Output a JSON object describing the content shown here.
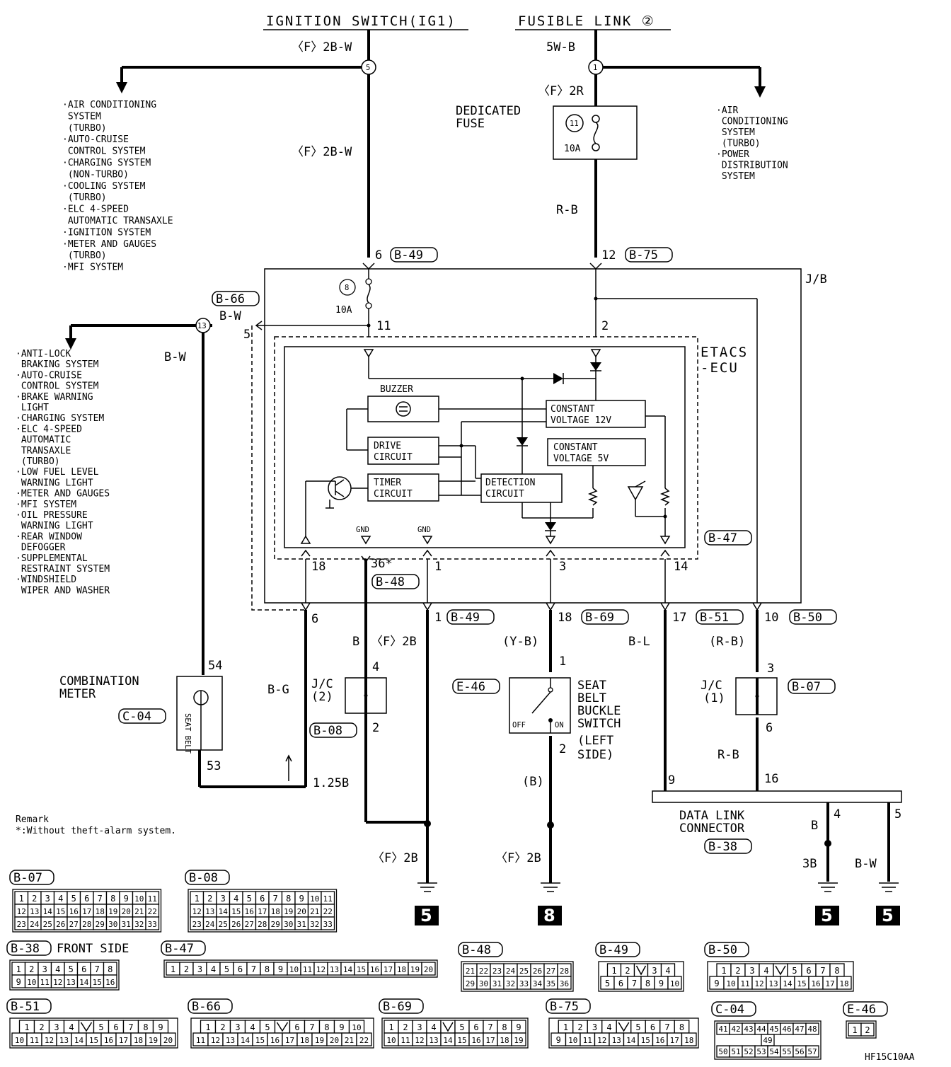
{
  "sources": {
    "ignition": "IGNITION SWITCH(IG1)",
    "fusible": "FUSIBLE LINK ②"
  },
  "wires": {
    "ig_wire_top": "〈F〉2B-W",
    "ig_wire_mid": "〈F〉2B-W",
    "fl_wire_top": "5W-B",
    "fl_wire_2r": "〈F〉2R",
    "fl_wire_rb": "R-B",
    "bw_wire": "B-W",
    "bw_wire_left": "B-W",
    "bg_wire": "B-G",
    "b_wire": "B",
    "f2b_wire_1": "〈F〉2B",
    "yb_wire": "(Y-B)",
    "bl_wire": "B-L",
    "rb_wire_1": "(R-B)",
    "rb_wire_2": "R-B",
    "wire_125b": "1.25B",
    "b_paren": "(B)",
    "f2b_gnd_1": "〈F〉2B",
    "f2b_gnd_2": "〈F〉2B",
    "b_dlc": "B",
    "3b_dlc": "3B",
    "bw_dlc": "B-W"
  },
  "nodes": {
    "n5": "5",
    "n1": "1",
    "n13": "13",
    "n11": "11",
    "n8": "8"
  },
  "fuse_labels": {
    "dedicated_line1": "DEDICATED",
    "dedicated_line2": "FUSE",
    "amp1": "10A",
    "amp2": "10A"
  },
  "left_systems_1": [
    "·AIR CONDITIONING",
    " SYSTEM",
    " (TURBO)",
    "·AUTO-CRUISE",
    " CONTROL SYSTEM",
    "·CHARGING SYSTEM",
    " (NON-TURBO)",
    "·COOLING SYSTEM",
    " (TURBO)",
    "·ELC 4-SPEED",
    " AUTOMATIC TRANSAXLE",
    "·IGNITION SYSTEM",
    "·METER AND GAUGES",
    " (TURBO)",
    "·MFI SYSTEM"
  ],
  "right_systems": [
    "·AIR",
    " CONDITIONING",
    " SYSTEM",
    " (TURBO)",
    "·POWER",
    " DISTRIBUTION",
    " SYSTEM"
  ],
  "left_systems_2": [
    "·ANTI-LOCK",
    " BRAKING SYSTEM",
    "·AUTO-CRUISE",
    " CONTROL SYSTEM",
    "·BRAKE WARNING",
    " LIGHT",
    "·CHARGING SYSTEM",
    "·ELC 4-SPEED",
    " AUTOMATIC",
    " TRANSAXLE",
    " (TURBO)",
    "·LOW FUEL LEVEL",
    " WARNING LIGHT",
    "·METER AND GAUGES",
    "·MFI SYSTEM",
    "·OIL PRESSURE",
    " WARNING LIGHT",
    "·REAR WINDOW",
    " DEFOGGER",
    "·SUPPLEMENTAL",
    " RESTRAINT SYSTEM",
    "·WINDSHIELD",
    " WIPER AND WASHER"
  ],
  "pins": {
    "p6": "6",
    "p12": "12",
    "p5": "5",
    "p11": "11",
    "p2": "2",
    "p18": "18",
    "p36": "36*",
    "p1": "1",
    "p3": "3",
    "p14": "14",
    "q6": "6",
    "q1": "1",
    "q18": "18",
    "q17": "17",
    "q10": "10",
    "p54": "54",
    "p53": "53",
    "p4": "4",
    "p2b": "2",
    "s1": "1",
    "s2": "2",
    "p3r": "3",
    "p6r": "6",
    "p9": "9",
    "p16": "16",
    "p4d": "4",
    "p5d": "5"
  },
  "conn_tags": {
    "b49a": "B-49",
    "b75": "B-75",
    "b66": "B-66",
    "b48": "B-48",
    "b47": "B-47",
    "b49b": "B-49",
    "b69": "B-69",
    "b51": "B-51",
    "b50": "B-50",
    "c04": "C-04",
    "b08": "B-08",
    "e46": "E-46",
    "b07": "B-07",
    "b38": "B-38"
  },
  "jb": "J/B",
  "etacs": [
    "ETACS",
    "-ECU"
  ],
  "ecu_blocks": {
    "buzzer": "BUZZER",
    "cv12_1": "CONSTANT",
    "cv12_2": "VOLTAGE 12V",
    "cv5_1": "CONSTANT",
    "cv5_2": "VOLTAGE 5V",
    "drive_1": "DRIVE",
    "drive_2": "CIRCUIT",
    "timer_1": "TIMER",
    "timer_2": "CIRCUIT",
    "detect_1": "DETECTION",
    "detect_2": "CIRCUIT",
    "gnd1": "GND",
    "gnd2": "GND"
  },
  "components": {
    "meter_1": "COMBINATION",
    "meter_2": "METER",
    "seat_belt_ind": "SEAT BELT",
    "jc2_1": "J/C",
    "jc2_2": "(2)",
    "jc1_1": "J/C",
    "jc1_2": "(1)",
    "sw_1": "SEAT",
    "sw_2": "BELT",
    "sw_3": "BUCKLE",
    "sw_4": "SWITCH",
    "sw_5": "(LEFT",
    "sw_6": "SIDE)",
    "off": "OFF",
    "on": "ON",
    "dlc_1": "DATA LINK",
    "dlc_2": "CONNECTOR"
  },
  "grounds": [
    "5",
    "8",
    "5",
    "5"
  ],
  "remark": [
    "Remark",
    "*:Without theft-alarm system."
  ],
  "connector_views": {
    "b07": {
      "tag": "B-07",
      "rows": [
        [
          "1",
          "2",
          "3",
          "4",
          "5",
          "6",
          "7",
          "8",
          "9",
          "10",
          "11"
        ],
        [
          "12",
          "13",
          "14",
          "15",
          "16",
          "17",
          "18",
          "19",
          "20",
          "21",
          "22"
        ],
        [
          "23",
          "24",
          "25",
          "26",
          "27",
          "28",
          "29",
          "30",
          "31",
          "32",
          "33"
        ]
      ]
    },
    "b08": {
      "tag": "B-08",
      "rows": [
        [
          "1",
          "2",
          "3",
          "4",
          "5",
          "6",
          "7",
          "8",
          "9",
          "10",
          "11"
        ],
        [
          "12",
          "13",
          "14",
          "15",
          "16",
          "17",
          "18",
          "19",
          "20",
          "21",
          "22"
        ],
        [
          "23",
          "24",
          "25",
          "26",
          "27",
          "28",
          "29",
          "30",
          "31",
          "32",
          "33"
        ]
      ]
    },
    "b38": {
      "tag": "B-38",
      "note": "FRONT SIDE",
      "rows": [
        [
          "1",
          "2",
          "3",
          "4",
          "5",
          "6",
          "7",
          "8"
        ],
        [
          "9",
          "10",
          "11",
          "12",
          "13",
          "14",
          "15",
          "16"
        ]
      ]
    },
    "b47": {
      "tag": "B-47",
      "rows": [
        [
          "1",
          "2",
          "3",
          "4",
          "5",
          "6",
          "7",
          "8",
          "9",
          "10",
          "11",
          "12",
          "13",
          "14",
          "15",
          "16",
          "17",
          "18",
          "19",
          "20"
        ]
      ]
    },
    "b48": {
      "tag": "B-48",
      "rows": [
        [
          "21",
          "22",
          "23",
          "24",
          "25",
          "26",
          "27",
          "28"
        ],
        [
          "29",
          "30",
          "31",
          "32",
          "33",
          "34",
          "35",
          "36"
        ]
      ]
    },
    "b49": {
      "tag": "B-49",
      "rows": [
        [
          "1",
          "2",
          "",
          "3",
          "4"
        ],
        [
          "5",
          "6",
          "7",
          "8",
          "9",
          "10"
        ]
      ]
    },
    "b50": {
      "tag": "B-50",
      "rows": [
        [
          "1",
          "2",
          "3",
          "4",
          "",
          "5",
          "6",
          "7",
          "8"
        ],
        [
          "9",
          "10",
          "11",
          "12",
          "13",
          "14",
          "15",
          "16",
          "17",
          "18"
        ]
      ]
    },
    "b51": {
      "tag": "B-51",
      "rows": [
        [
          "1",
          "2",
          "3",
          "4",
          "",
          "5",
          "6",
          "7",
          "8",
          "9"
        ],
        [
          "10",
          "11",
          "12",
          "13",
          "14",
          "15",
          "16",
          "17",
          "18",
          "19",
          "20"
        ]
      ]
    },
    "b66": {
      "tag": "B-66",
      "rows": [
        [
          "1",
          "2",
          "3",
          "4",
          "5",
          "",
          "6",
          "7",
          "8",
          "9",
          "10"
        ],
        [
          "11",
          "12",
          "13",
          "14",
          "15",
          "16",
          "17",
          "18",
          "19",
          "20",
          "21",
          "22"
        ]
      ]
    },
    "b69": {
      "tag": "B-69",
      "rows": [
        [
          "1",
          "2",
          "3",
          "4",
          "",
          "5",
          "6",
          "7",
          "8",
          "9"
        ],
        [
          "10",
          "11",
          "12",
          "13",
          "14",
          "15",
          "16",
          "17",
          "18",
          "19"
        ]
      ]
    },
    "b75": {
      "tag": "B-75",
      "rows": [
        [
          "1",
          "2",
          "3",
          "4",
          "",
          "5",
          "6",
          "7",
          "8"
        ],
        [
          "9",
          "10",
          "11",
          "12",
          "13",
          "14",
          "15",
          "16",
          "17",
          "18"
        ]
      ]
    },
    "c04": {
      "tag": "C-04",
      "rows": [
        [
          "41",
          "42",
          "43",
          "44",
          "45",
          "46",
          "47",
          "48"
        ],
        [
          "49"
        ],
        [
          "50",
          "51",
          "52",
          "53",
          "54",
          "55",
          "56",
          "57"
        ]
      ]
    },
    "e46": {
      "tag": "E-46",
      "rows": [
        [
          "1",
          "2"
        ]
      ]
    }
  },
  "code": "HF15C10AA"
}
